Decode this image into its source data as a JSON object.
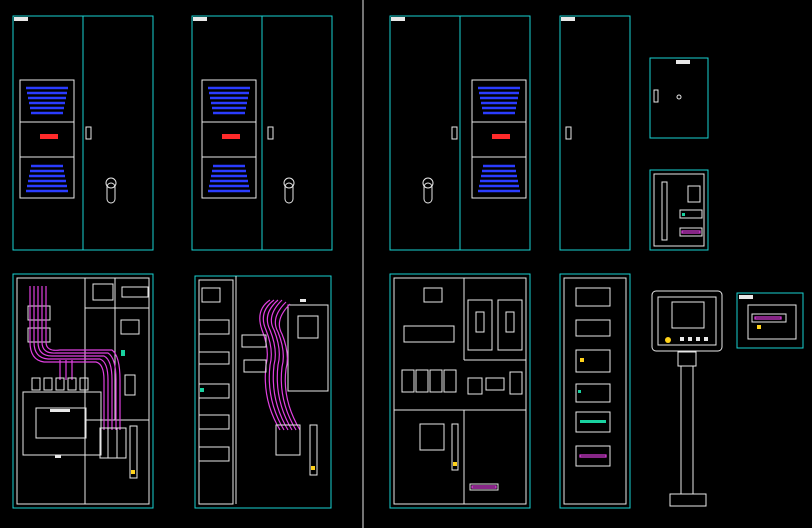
{
  "canvas": {
    "background": "#000000"
  },
  "colors": {
    "outline": "#19d2d2",
    "component": "#e8e8e8",
    "wiring": "#e040e0",
    "louver": "#2a3cff",
    "indicator": "#ff2a2a",
    "terminal": "#ffd21a"
  },
  "views": {
    "left_panel": {
      "cabinets": [
        {
          "type": "double-door",
          "vents": true,
          "handle": "right"
        },
        {
          "type": "double-door",
          "vents": true,
          "handle": "right"
        }
      ],
      "layouts": [
        "main-breaker-layout",
        "inverter-layout"
      ]
    },
    "right_panel": {
      "cabinets": [
        {
          "type": "double-door",
          "vents": true,
          "handle": "left"
        },
        {
          "type": "single-door",
          "vents": false
        },
        {
          "type": "wall-box-door"
        },
        {
          "type": "wall-box-interior"
        }
      ],
      "layouts": [
        "plc-layout",
        "terminal-layout",
        "pedestal-console",
        "junction-box"
      ]
    }
  }
}
